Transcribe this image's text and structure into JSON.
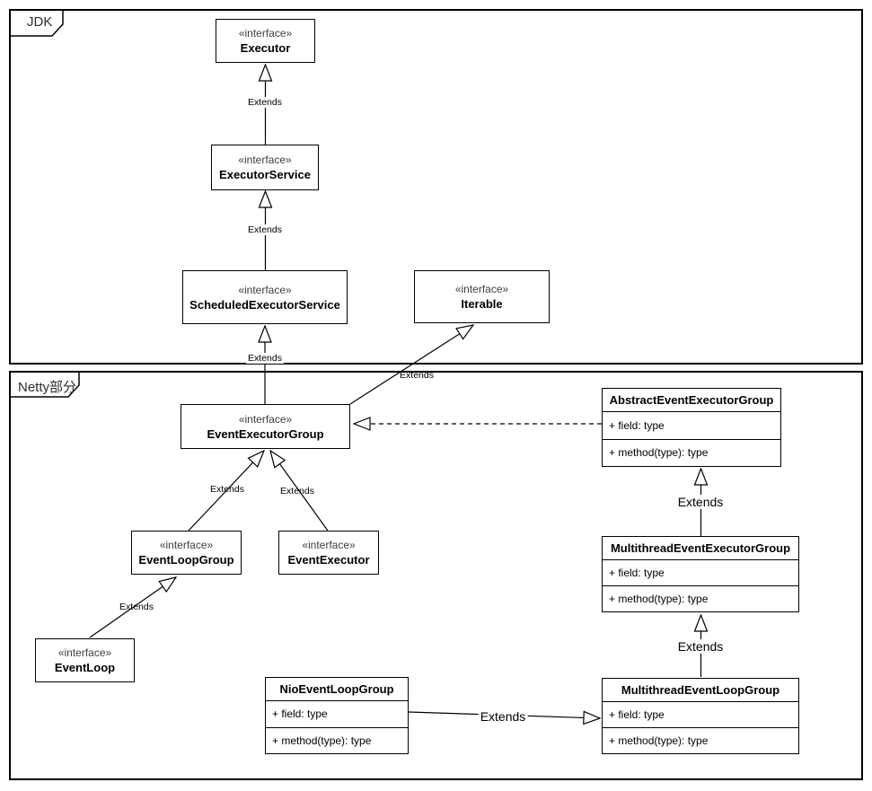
{
  "frames": {
    "jdk": {
      "label": "JDK"
    },
    "netty": {
      "label": "Netty部分"
    }
  },
  "interfaces": {
    "executor": {
      "stereotype": "«interface»",
      "name": "Executor"
    },
    "executor_service": {
      "stereotype": "«interface»",
      "name": "ExecutorService"
    },
    "scheduled_executor_service": {
      "stereotype": "«interface»",
      "name": "ScheduledExecutorService"
    },
    "iterable": {
      "stereotype": "«interface»",
      "name": "Iterable"
    },
    "event_executor_group": {
      "stereotype": "«interface»",
      "name": "EventExecutorGroup"
    },
    "event_loop_group": {
      "stereotype": "«interface»",
      "name": "EventLoopGroup"
    },
    "event_executor": {
      "stereotype": "«interface»",
      "name": "EventExecutor"
    },
    "event_loop": {
      "stereotype": "«interface»",
      "name": "EventLoop"
    }
  },
  "classes": {
    "abstract_event_executor_group": {
      "name": "AbstractEventExecutorGroup",
      "field": "+ field: type",
      "method": "+ method(type): type"
    },
    "multithread_event_executor_group": {
      "name": "MultithreadEventExecutorGroup",
      "field": "+ field: type",
      "method": "+ method(type): type"
    },
    "nio_event_loop_group": {
      "name": "NioEventLoopGroup",
      "field": "+ field: type",
      "method": "+ method(type): type"
    },
    "multithread_event_loop_group": {
      "name": "MultithreadEventLoopGroup",
      "field": "+ field: type",
      "method": "+ method(type): type"
    }
  },
  "edge_labels": {
    "executorservice_extends_executor": "Extends",
    "scheduled_extends_executorservice": "Extends",
    "eventexecutorgroup_extends_scheduled": "Extends",
    "eventexecutorgroup_extends_iterable": "Extends",
    "eventloopgroup_extends_eventexecutorgroup": "Extends",
    "eventexecutor_extends_eventexecutorgroup": "Extends",
    "eventloop_extends_eventloopgroup": "Extends",
    "multithreadeeg_extends_abstracteeg": "Extends",
    "multithreadelg_extends_multithreadeeg": "Extends",
    "nioelg_extends_multithreadelg": "Extends"
  },
  "colors": {
    "stroke": "#000000",
    "background": "#ffffff",
    "name_text": "#000000",
    "stereotype_text": "#3d3d3d"
  }
}
